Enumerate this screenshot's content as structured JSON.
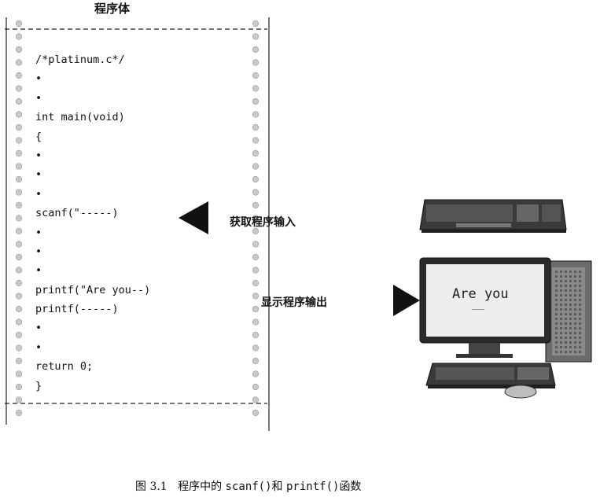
{
  "program_panel": {
    "title": "程序体",
    "code_lines": [
      "/*platinum.c*/",
      "•",
      "•",
      "int main(void)",
      "{",
      "•",
      "•",
      "•",
      "scanf(\"-----)",
      "•",
      "•",
      "•",
      "printf(\"Are you--)",
      "printf(-----)",
      "•",
      "•",
      "return 0;",
      "}"
    ]
  },
  "arrows": {
    "input_label": "获取程序输入",
    "output_label": "显示程序输出"
  },
  "computer": {
    "screen_text": "Are you",
    "screen_subtext": "__"
  },
  "caption": {
    "figure_number": "图 3.1",
    "text_prefix": "程序中的 ",
    "func1": "scanf()",
    "middle": "和",
    "func2": "printf()",
    "suffix": "函数"
  },
  "colors": {
    "ink": "#111111",
    "hole": "#c9c9c9",
    "screen_bg": "#eeeeee",
    "device_dark": "#2b2b2b"
  },
  "icons": [
    "left-pointing-triangle-icon",
    "right-pointing-triangle-icon",
    "keyboard-icon",
    "monitor-icon",
    "tower-pc-icon",
    "mouse-icon"
  ]
}
